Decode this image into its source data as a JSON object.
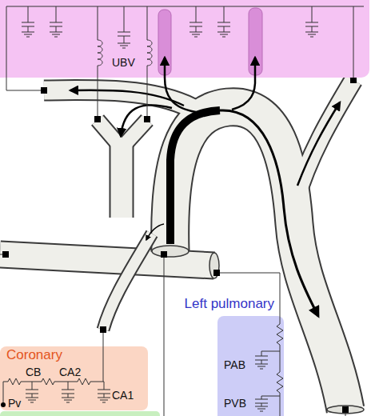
{
  "diagram": {
    "nodes": [
      {
        "text": [
          "UBV"
        ]
      },
      {
        "text": [
          "Coronary"
        ]
      },
      {
        "text": [
          "Left pulmonary"
        ]
      }
    ],
    "labels": [
      "CB",
      "CA2",
      "CA1",
      "Pv",
      "PAB",
      "PVB"
    ]
  }
}
